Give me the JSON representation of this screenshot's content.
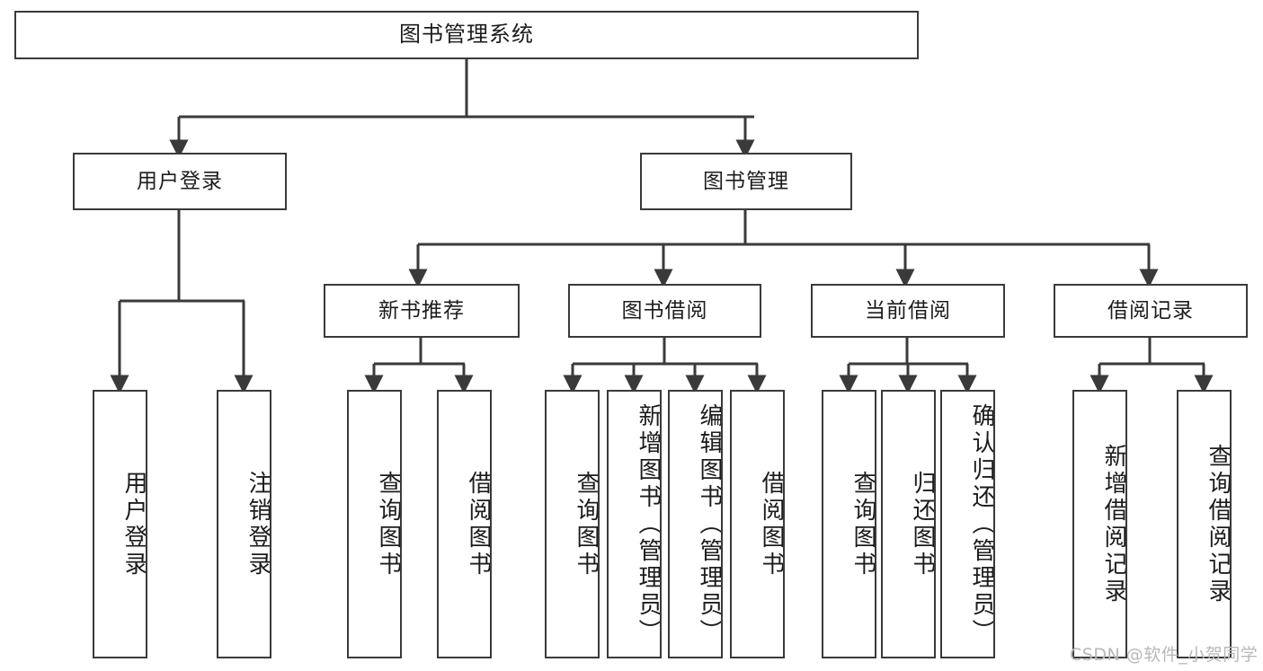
{
  "diagram": {
    "title": "图书管理系统",
    "type": "hierarchy-tree",
    "root": {
      "label": "图书管理系统",
      "name": "root-node"
    },
    "level2": [
      {
        "label": "用户登录",
        "name": "node-user-login"
      },
      {
        "label": "图书管理",
        "name": "node-book-management"
      }
    ],
    "level3": [
      {
        "label": "新书推荐",
        "name": "node-new-book-recommend"
      },
      {
        "label": "图书借阅",
        "name": "node-book-borrow"
      },
      {
        "label": "当前借阅",
        "name": "node-current-borrow"
      },
      {
        "label": "借阅记录",
        "name": "node-borrow-record"
      }
    ],
    "leaves": {
      "user_login": [
        {
          "label": "用户登录",
          "name": "leaf-user-login"
        },
        {
          "label": "注销登录",
          "name": "leaf-logout"
        }
      ],
      "new_book_recommend": [
        {
          "label": "查询图书",
          "name": "leaf-query-book-1"
        },
        {
          "label": "借阅图书",
          "name": "leaf-borrow-book-1"
        }
      ],
      "book_borrow": [
        {
          "label": "查询图书",
          "name": "leaf-query-book-2"
        },
        {
          "label": "新增图书（管理员）",
          "name": "leaf-add-book-admin"
        },
        {
          "label": "编辑图书（管理员）",
          "name": "leaf-edit-book-admin"
        },
        {
          "label": "借阅图书",
          "name": "leaf-borrow-book-2"
        }
      ],
      "current_borrow": [
        {
          "label": "查询图书",
          "name": "leaf-query-book-3"
        },
        {
          "label": "归还图书",
          "name": "leaf-return-book"
        },
        {
          "label": "确认归还（管理员）",
          "name": "leaf-confirm-return-admin"
        }
      ],
      "borrow_record": [
        {
          "label": "新增借阅记录",
          "name": "leaf-add-borrow-record"
        },
        {
          "label": "查询借阅记录",
          "name": "leaf-query-borrow-record"
        }
      ]
    }
  },
  "watermark": {
    "text": "CSDN @软件_小贺同学"
  },
  "colors": {
    "stroke": "#3a3a3a",
    "background": "#ffffff",
    "text": "#1c1c1c",
    "watermark": "#b8b8b8"
  }
}
